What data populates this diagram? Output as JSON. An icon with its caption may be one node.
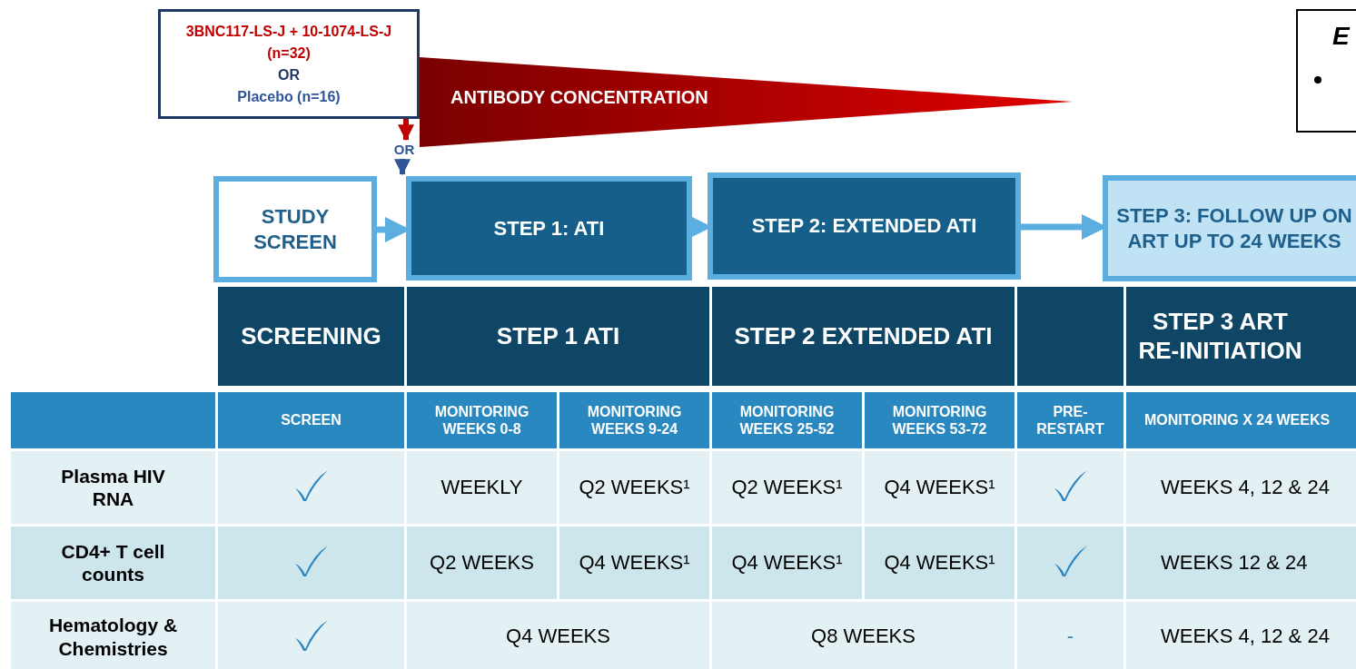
{
  "diagram": {
    "nodes": [
      {
        "text": [
          "3BNC117-LS-J + 10-1074-LS-J (n=32)",
          "OR",
          "Placebo (n=16)"
        ]
      },
      {
        "text": [
          "STUDY SCREEN"
        ]
      },
      {
        "text": [
          "STEP 1: ATI"
        ]
      },
      {
        "text": [
          "STEP 2: EXTENDED ATI"
        ]
      },
      {
        "text": [
          "STEP 3: FOLLOW UP ON ART UP TO 24 WEEKS"
        ]
      },
      {
        "text": [
          "ANTIBODY CONCENTRATION"
        ]
      },
      {
        "text": [
          "E"
        ]
      },
      {
        "text": [
          "OR"
        ]
      }
    ],
    "edges": [
      {
        "from": 0,
        "to": 7,
        "arrow": "to",
        "color": "#c00000"
      },
      {
        "from": 7,
        "to": 2,
        "arrow": "to",
        "color": "#2f5597"
      },
      {
        "from": 1,
        "to": 2,
        "arrow": "to"
      },
      {
        "from": 2,
        "to": 3,
        "arrow": "to"
      },
      {
        "from": 3,
        "to": 4,
        "arrow": "to"
      }
    ],
    "labels": [
      "SCREENING",
      "STEP 1 ATI",
      "STEP 2 EXTENDED ATI",
      "STEP 3 ART RE-INITIATION",
      "SCREEN",
      "MONITORING WEEKS 0-8",
      "MONITORING WEEKS 9-24",
      "MONITORING WEEKS 25-52",
      "MONITORING WEEKS 53-72",
      "PRE-RESTART",
      "MONITORING X 24 WEEKS",
      "Plasma HIV RNA",
      "WEEKLY",
      "Q2 WEEKS¹",
      "Q2 WEEKS¹",
      "Q4 WEEKS¹",
      "WEEKS 4, 12 & 24",
      "CD4+ T cell counts",
      "Q2 WEEKS",
      "Q4 WEEKS¹",
      "Q4 WEEKS¹",
      "Q4 WEEKS¹",
      "WEEKS 12 & 24",
      "Hematology & Chemistries",
      "Q4 WEEKS",
      "Q8 WEEKS",
      "-",
      "WEEKS 4, 12 & 24"
    ]
  }
}
